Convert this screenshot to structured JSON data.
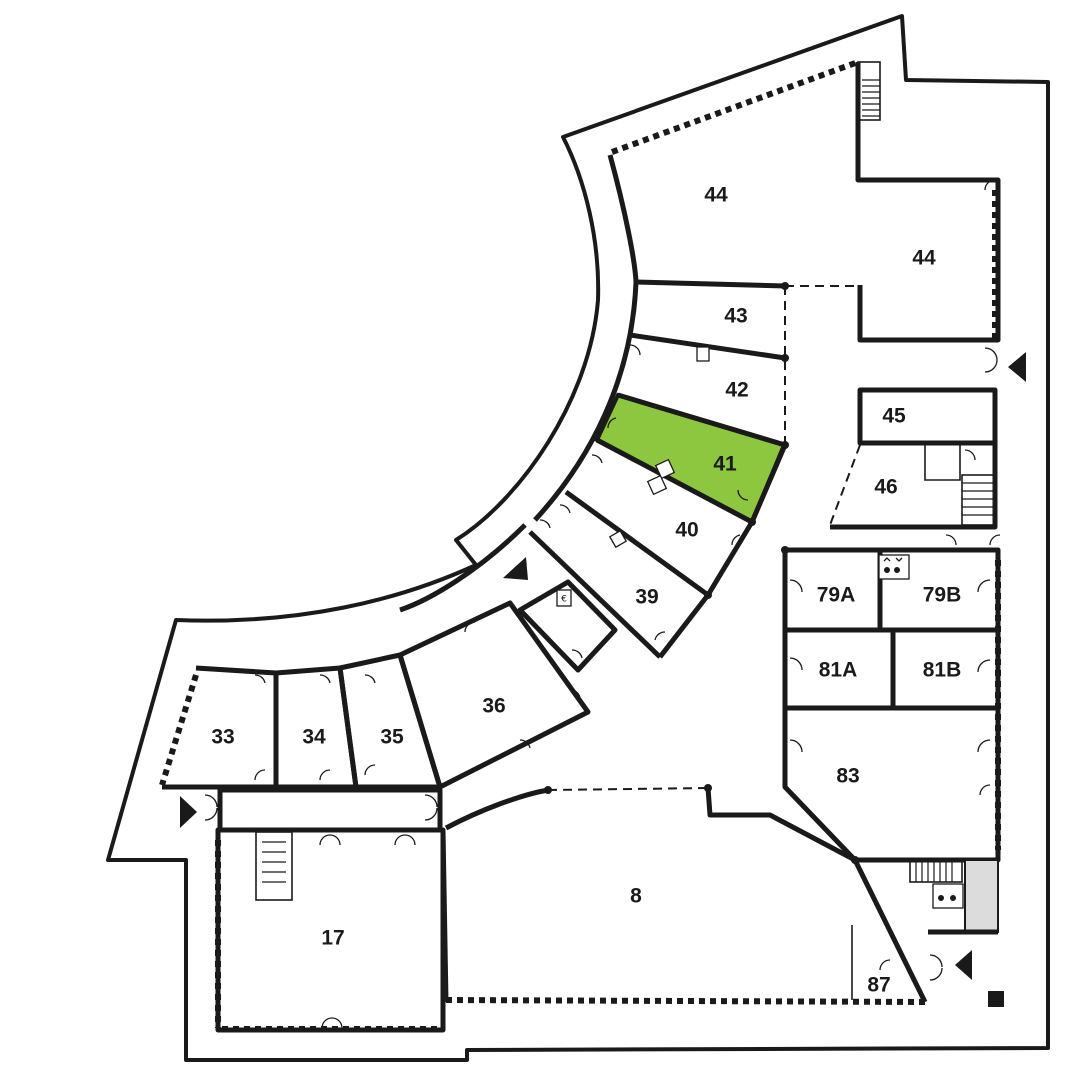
{
  "map": {
    "highlight_color": "#8dc63f",
    "highlighted_room": "41",
    "rooms": {
      "r44a": "44",
      "r44b": "44",
      "r43": "43",
      "r42": "42",
      "r41": "41",
      "r45": "45",
      "r46": "46",
      "r40": "40",
      "r39": "39",
      "r79a": "79A",
      "r79b": "79B",
      "r81a": "81A",
      "r81b": "81B",
      "r83": "83",
      "r36": "36",
      "r35": "35",
      "r34": "34",
      "r33": "33",
      "r17": "17",
      "r8": "8",
      "r87": "87"
    },
    "icons": {
      "atm_symbol": "€"
    }
  }
}
